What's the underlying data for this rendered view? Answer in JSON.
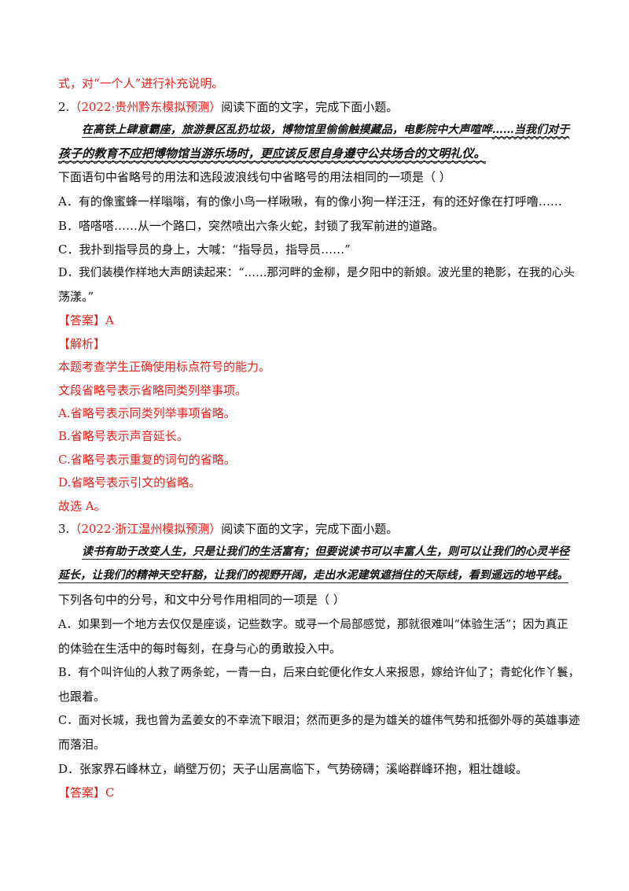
{
  "colors": {
    "accent": "#e8201a",
    "text": "#111111"
  },
  "top_note": "式，对“一个人”进行补充说明。",
  "q2": {
    "number": "2.",
    "source": "（2022·贵州黔东模拟预测）",
    "instruction": "阅读下面的文字，完成下面小题。",
    "passage_line1_pre": "在高铁上肆意霸座，旅游景区乱扔垃圾，博物馆里偷偷触摸藏品，电影院中大声喧哗",
    "passage_line1_wavy": "……当我们对于",
    "passage_line2": "孩子的教育不应把博物馆当游乐场时，更应该反思自身遵守公共场合的文明礼仪。",
    "question": "下面语句中省略号的用法和选段波浪线句中省略号的用法相同的一项是（     ）",
    "option_a": "A．有的像蜜蜂一样嗡嗡，有的像小鸟一样啾啾，有的像小狗一样汪汪，有的还好像在打呼噜……",
    "option_b": "B．嗒嗒嗒……从一个路口，突然喷出六条火蛇，封锁了我军前进的道路。",
    "option_c": "C．我扑到指导员的身上，大喊：“指导员，指导员……”",
    "option_d_line1": "D．我们装模作样地大声朗读起来：“……那河畔的金柳，是夕阳中的新娘。波光里的艳影，在我的心头",
    "option_d_line2": "荡漾。”",
    "answer_label": "【答案】",
    "answer_value": "A",
    "analysis_label": "【解析】",
    "analysis": [
      "本题考查学生正确使用标点符号的能力。",
      "文段省略号表示省略同类列举事项。",
      "A.省略号表示同类列举事项省略。",
      "B.省略号表示声音延长。",
      "C.省略号表示重复的词句的省略。",
      "D.省略号表示引文的省略。",
      "故选 A。"
    ]
  },
  "q3": {
    "number": "3.",
    "source": "（2022·浙江温州模拟预测）",
    "instruction": "阅读下面的文字，完成下面小题。",
    "passage_line1": "读书有助于改变人生，只是让我们的生活富有；但要说读书可以丰富人生，则可以让我们的心灵半径",
    "passage_line2": "延长，让我们的精神天空轩豁，让我们的视野开阔，走出水泥建筑遮挡住的天际线，看到遥远的地平线。",
    "question": "下列各句中的分号，和文中分号作用相同的一项是（     ）",
    "option_a_line1": "A．如果到一个地方去仅仅是座谈，记些数字。或寻一个局部感觉，那就很难叫“体验生活”；因为真正",
    "option_a_line2": "的体验在生活中的每时每刻，在身与心的勇敢投入中。",
    "option_b_line1": "B．有个叫许仙的人救了两条蛇，一青一白，后来白蛇便化作女人来报恩，嫁给许仙了；青蛇化作丫鬟，",
    "option_b_line2": "也跟着。",
    "option_c_line1": "C．面对长城，我也曾为孟姜女的不幸流下眼泪；然而更多的是为雄关的雄伟气势和抵御外辱的英雄事迹",
    "option_c_line2": "而落泪。",
    "option_d": "D．张家界石峰林立，峭壁万仞；天子山居高临下，气势磅礴；溪峪群峰环抱，粗壮雄峻。",
    "answer_label": "【答案】",
    "answer_value": "C"
  }
}
